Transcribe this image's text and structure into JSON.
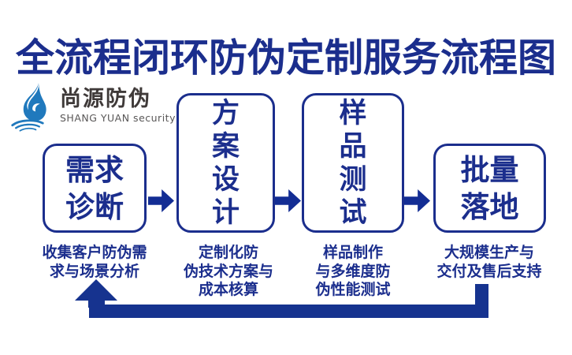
{
  "title": "全流程闭环防伪定制服务流程图",
  "logo": {
    "name": "尚源防伪",
    "subtitle": "SHANG YUAN security",
    "icon": "water-drop-with-ripples-icon"
  },
  "steps": [
    {
      "box_text": "需求\n诊断",
      "desc": "收集客户防伪需\n求与场景分析"
    },
    {
      "box_text": "方\n案\n设\n计",
      "desc": "定制化防\n伪技术方案与\n成本核算"
    },
    {
      "box_text": "样\n品\n测\n试",
      "desc": "样品制作\n与多维度防\n伪性能测试"
    },
    {
      "box_text": "批量\n落地",
      "desc": "大规模生产与\n交付及售后支持"
    }
  ],
  "flow": {
    "connector": "right-block-arrow",
    "feedback_loop": "from-step-4-back-to-step-1"
  },
  "colors": {
    "navy": "#1b2e8d",
    "arrow_blue": "#132d94",
    "loop_blue": "#16338f",
    "logo_blue": "#2079bd",
    "logo_text": "#3f3a39",
    "logo_subtext": "#595757",
    "background": "#ffffff"
  }
}
